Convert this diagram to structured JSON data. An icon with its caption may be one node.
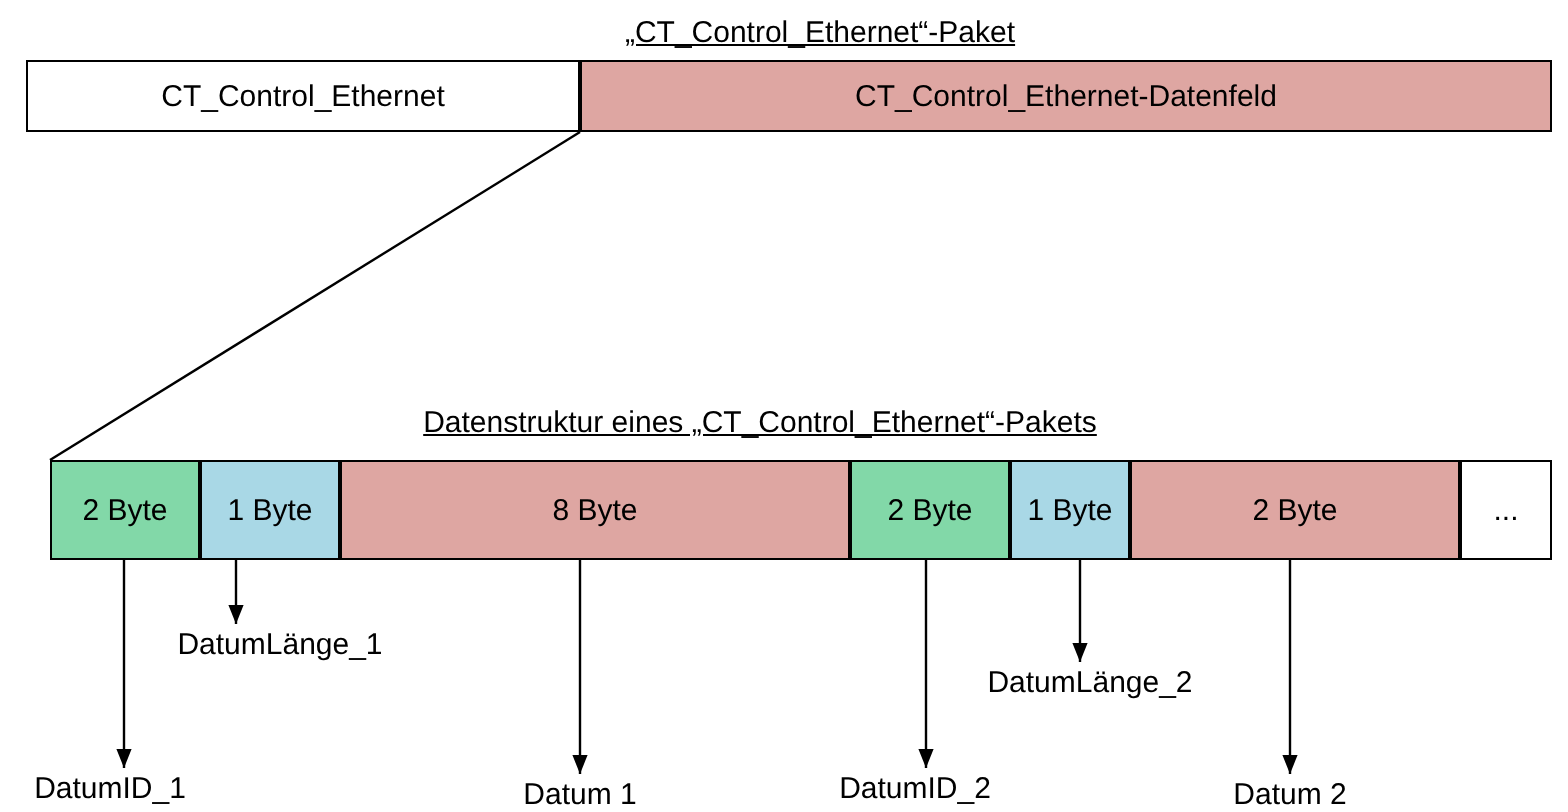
{
  "diagram": {
    "title": "„CT_Control_Ethernet“-Paket",
    "nodes": [
      {
        "text": [
          "CT_Control_Ethernet"
        ]
      },
      {
        "text": [
          "CT_Control_Ethernet-Datenfeld"
        ]
      },
      {
        "text": [
          "2 Byte"
        ]
      },
      {
        "text": [
          "1 Byte"
        ]
      },
      {
        "text": [
          "8 Byte"
        ]
      },
      {
        "text": [
          "2 Byte"
        ]
      },
      {
        "text": [
          "1 Byte"
        ]
      },
      {
        "text": [
          "2 Byte"
        ]
      },
      {
        "text": [
          "..."
        ]
      },
      {
        "text": [
          "DatumID_1"
        ]
      },
      {
        "text": [
          "DatumLänge_1"
        ]
      },
      {
        "text": [
          "Datum 1"
        ]
      },
      {
        "text": [
          "DatumID_2"
        ]
      },
      {
        "text": [
          "DatumLänge_2"
        ]
      },
      {
        "text": [
          "Datum 2"
        ]
      }
    ],
    "edges": [
      {
        "from": 1,
        "to": 2,
        "arrow": "none"
      },
      {
        "from": 2,
        "to": 9,
        "arrow": "to"
      },
      {
        "from": 3,
        "to": 10,
        "arrow": "to"
      },
      {
        "from": 4,
        "to": 11,
        "arrow": "to"
      },
      {
        "from": 5,
        "to": 12,
        "arrow": "to"
      },
      {
        "from": 6,
        "to": 13,
        "arrow": "to"
      },
      {
        "from": 7,
        "to": 14,
        "arrow": "to"
      }
    ],
    "labels": [
      "Datenstruktur eines „CT_Control_Ethernet“-Pakets"
    ]
  }
}
